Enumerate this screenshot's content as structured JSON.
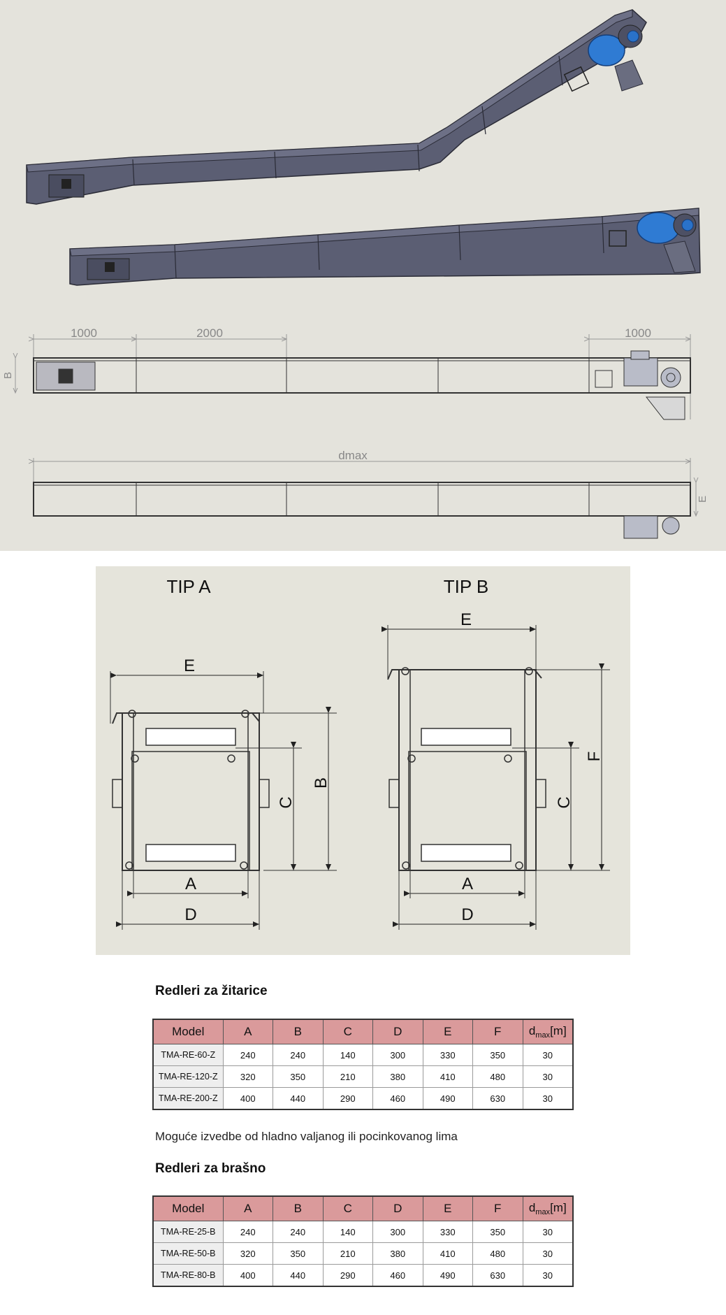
{
  "drawing": {
    "dim_labels": {
      "left_length": "1000",
      "middle_length": "2000",
      "right_length": "1000",
      "side_height": "B",
      "total_length": "dmax",
      "top_height": "E"
    }
  },
  "types": {
    "tip_a": {
      "title": "TIP A",
      "labels": {
        "e": "E",
        "b": "B",
        "c": "C",
        "a": "A",
        "d": "D"
      }
    },
    "tip_b": {
      "title": "TIP B",
      "labels": {
        "e": "E",
        "f": "F",
        "c": "C",
        "a": "A",
        "d": "D"
      }
    }
  },
  "tables": [
    {
      "title": "Redleri za žitarice",
      "headers": [
        "Model",
        "A",
        "B",
        "C",
        "D",
        "E",
        "F"
      ],
      "dmax_header": {
        "main": "d",
        "sub": "max",
        "unit": "[m]"
      },
      "rows": [
        [
          "TMA-RE-60-Z",
          "240",
          "240",
          "140",
          "300",
          "330",
          "350",
          "30"
        ],
        [
          "TMA-RE-120-Z",
          "320",
          "350",
          "210",
          "380",
          "410",
          "480",
          "30"
        ],
        [
          "TMA-RE-200-Z",
          "400",
          "440",
          "290",
          "460",
          "490",
          "630",
          "30"
        ]
      ]
    },
    {
      "title": "Redleri za brašno",
      "headers": [
        "Model",
        "A",
        "B",
        "C",
        "D",
        "E",
        "F"
      ],
      "dmax_header": {
        "main": "d",
        "sub": "max",
        "unit": "[m]"
      },
      "rows": [
        [
          "TMA-RE-25-B",
          "240",
          "240",
          "140",
          "300",
          "330",
          "350",
          "30"
        ],
        [
          "TMA-RE-50-B",
          "320",
          "350",
          "210",
          "380",
          "410",
          "480",
          "30"
        ],
        [
          "TMA-RE-80-B",
          "400",
          "440",
          "290",
          "460",
          "490",
          "630",
          "30"
        ]
      ]
    }
  ],
  "note": "Moguće izvedbe od hladno valjanog ili pocinkovanog lima",
  "colors": {
    "panel_bg": "#e4e3dc",
    "steel": "#5a5d72",
    "motor": "#2a72c9",
    "header_bg": "#da9a9b"
  }
}
